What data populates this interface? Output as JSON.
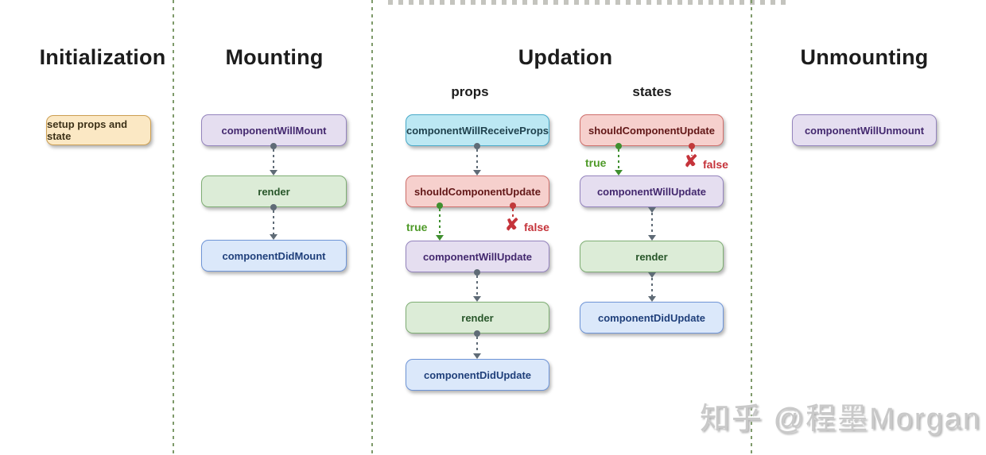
{
  "titles": {
    "initialization": "Initialization",
    "mounting": "Mounting",
    "updation": "Updation",
    "unmounting": "Unmounting"
  },
  "subtitles": {
    "props": "props",
    "states": "states"
  },
  "nodes": {
    "setup_props_and_state": "setup props and state",
    "component_will_mount": "componentWillMount",
    "render_mounting": "render",
    "component_did_mount": "componentDidMount",
    "component_will_receive_props": "componentWillReceiveProps",
    "should_component_update_props": "shouldComponentUpdate",
    "component_will_update_props": "componentWillUpdate",
    "render_props": "render",
    "component_did_update_props": "componentDidUpdate",
    "should_component_update_states": "shouldComponentUpdate",
    "component_will_update_states": "componentWillUpdate",
    "render_states": "render",
    "component_did_update_states": "componentDidUpdate",
    "component_will_unmount": "componentWillUnmount"
  },
  "branch_labels": {
    "true": "true",
    "false": "false",
    "x_mark": "✘"
  },
  "watermark": "知乎 @程墨Morgan",
  "colors": {
    "separator_green": "#7e9a6a",
    "node_yellow_fill": "#fbe8c4",
    "node_yellow_border": "#cd9f52",
    "node_purple_fill": "#e5def0",
    "node_purple_border": "#9484bd",
    "node_green_fill": "#dcecd7",
    "node_green_border": "#7fae74",
    "node_blue_fill": "#dbe8fa",
    "node_blue_border": "#6f95d7",
    "node_cyan_fill": "#bce8f3",
    "node_cyan_border": "#48aac9",
    "node_red_fill": "#f6d0cd",
    "node_red_border": "#cf6f6b",
    "connector_neutral": "#5f6b76",
    "branch_true_green": "#3f8f2f",
    "branch_false_red": "#c13a3a",
    "watermark_gray": "#c9c9c9"
  }
}
